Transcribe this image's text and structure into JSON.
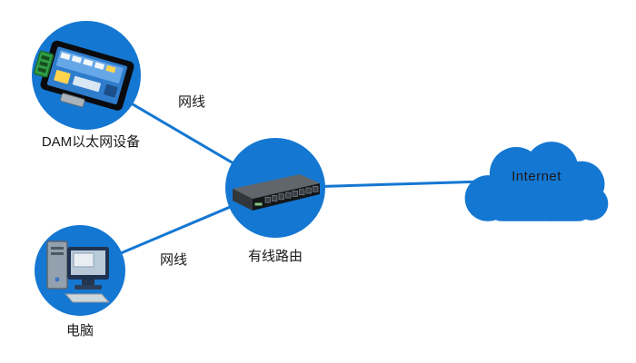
{
  "diagram": {
    "nodes": [
      {
        "id": "dam",
        "label": "DAM以太网设备",
        "icon": "dam-ethernet-device-icon"
      },
      {
        "id": "router",
        "label": "有线路由",
        "icon": "wired-router-icon"
      },
      {
        "id": "pc",
        "label": "电脑",
        "icon": "computer-icon"
      },
      {
        "id": "internet",
        "label": "Internet",
        "icon": "internet-cloud-shape"
      }
    ],
    "edges": [
      {
        "from": "dam",
        "to": "router",
        "label": "网线"
      },
      {
        "from": "pc",
        "to": "router",
        "label": "网线"
      },
      {
        "from": "router",
        "to": "internet",
        "label": ""
      }
    ],
    "colors": {
      "node_fill": "#1477d2",
      "edge_line": "#1477d2",
      "label_text": "#1a1a1a"
    }
  }
}
